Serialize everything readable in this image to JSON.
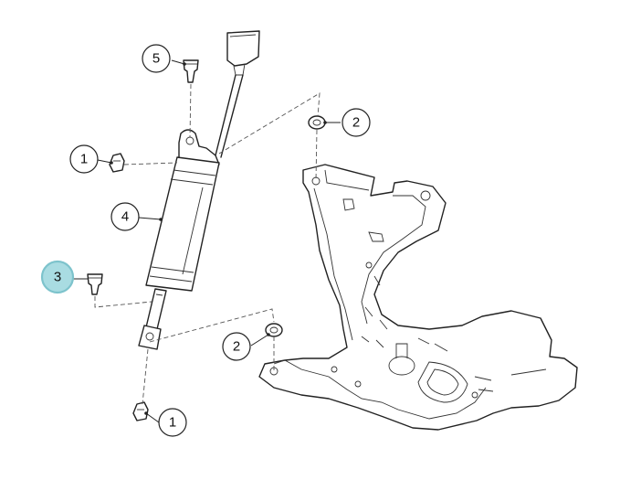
{
  "callouts": [
    {
      "label": "1",
      "highlighted": false
    },
    {
      "label": "1",
      "highlighted": false
    },
    {
      "label": "2",
      "highlighted": false
    },
    {
      "label": "2",
      "highlighted": false
    },
    {
      "label": "3",
      "highlighted": true
    },
    {
      "label": "4",
      "highlighted": false
    },
    {
      "label": "5",
      "highlighted": false
    }
  ],
  "colors": {
    "highlight_fill": "#a9dce2",
    "highlight_stroke": "#7dc3cc",
    "line": "#222222"
  }
}
